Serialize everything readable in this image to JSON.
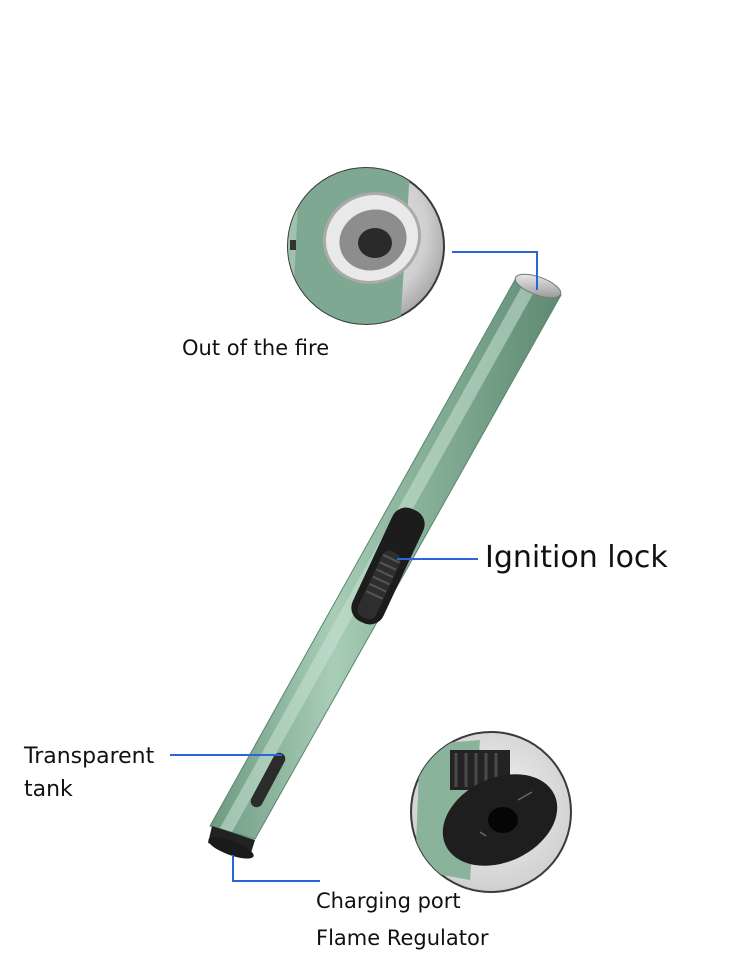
{
  "labels": {
    "out_of_fire": "Out of the fire",
    "ignition_lock": "Ignition lock",
    "transparent_tank_line1": "Transparent",
    "transparent_tank_line2": "tank",
    "charging_port": "Charging port",
    "flame_regulator": "Flame Regulator"
  },
  "colors": {
    "body_green": "#8fb8a0",
    "callout_blue": "#2a66d9",
    "switch_black": "#1c1c1c"
  }
}
